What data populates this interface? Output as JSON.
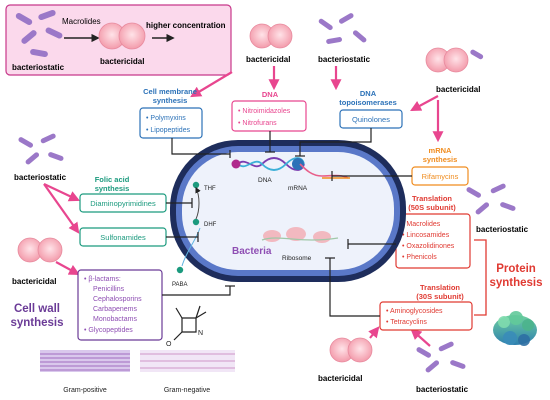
{
  "top_box": {
    "macrolides": "Macrolides",
    "higher_concentration": "higher concentration",
    "bacteriostatic": "bacteriostatic",
    "bactericidal": "bactericidal"
  },
  "effects": {
    "bactericidal_dna": "bactericidal",
    "bacteriostatic_topo": "bacteriostatic",
    "bactericidal_mrna": "bactericidal",
    "bacteriostatic_folic": "bacteriostatic",
    "bactericidal_cellwall": "bactericidal",
    "bacteriostatic_50s": "bacteriostatic",
    "bactericidal_30s": "bactericidal",
    "bacteriostatic_30s": "bacteriostatic"
  },
  "targets": {
    "cell_membrane": {
      "title_line1": "Cell membrane",
      "title_line2": "synthesis",
      "drugs": [
        "• Polymyxins",
        "• Lipopeptides"
      ]
    },
    "dna": {
      "title": "DNA",
      "drugs": [
        "• Nitroimidazoles",
        "• Nitrofurans"
      ]
    },
    "dna_topo": {
      "title_line1": "DNA",
      "title_line2": "topoisomerases",
      "drug": "Quinolones"
    },
    "mrna": {
      "title_line1": "mRNA",
      "title_line2": "synthesis",
      "drug": "Rifamycins"
    },
    "folic_acid": {
      "title_line1": "Folic acid",
      "title_line2": "synthesis",
      "drug1": "Diaminopyrimidines",
      "drug2": "Sulfonamides"
    },
    "translation_50s": {
      "title_line1": "Translation",
      "title_line2": "(50S subunit)",
      "drugs": [
        "• Macrolides",
        "• Lincosamides",
        "• Oxazolidinones",
        "• Phenicols"
      ]
    },
    "translation_30s": {
      "title_line1": "Translation",
      "title_line2": "(30S subunit)",
      "drugs": [
        "• Aminoglycosides",
        "• Tetracyclins"
      ]
    },
    "cell_wall": {
      "title_line1": "Cell wall",
      "title_line2": "synthesis",
      "drugs": [
        "• β-lactams:",
        "Penicillins",
        "Cephalosporins",
        "Carbapenems",
        "Monobactams",
        "• Glycopeptides"
      ]
    }
  },
  "protein_synthesis": {
    "line1": "Protein",
    "line2": "synthesis"
  },
  "cell_labels": {
    "bacteria": "Bacteria",
    "dna": "DNA",
    "mrna": "mRNA",
    "ribosome": "Ribosome",
    "thf": "THF",
    "dhf": "DHF",
    "paba": "PABA"
  },
  "beta_lactam_n": "N",
  "beta_lactam_o": "O",
  "wall_labels": {
    "gram_positive": "Gram-positive",
    "gram_negative": "Gram-negative"
  },
  "colors": {
    "pink": "#e8468f",
    "blue": "#2c72b8",
    "teal": "#1b9a7e",
    "orange": "#f08c1e",
    "red": "#e03a32",
    "purple": "#8e4eb3",
    "dark_purple": "#6b3b97",
    "bacterium_fill": "#f7c0c8",
    "rod_fill": "#9b78c8"
  }
}
